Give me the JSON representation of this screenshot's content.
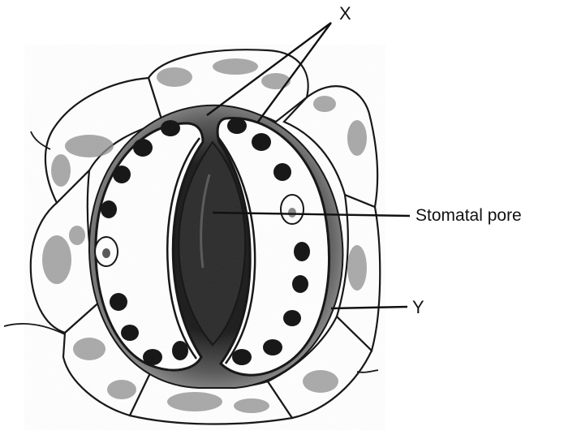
{
  "labels": {
    "x": "X",
    "stomatal_pore": "Stomatal pore",
    "y": "Y"
  },
  "colors": {
    "ink": "#111111",
    "epidermis_shade": "#8c8c8c",
    "pore_fill": "#2b2b2b",
    "guard_cell_fill": "#ffffff"
  }
}
